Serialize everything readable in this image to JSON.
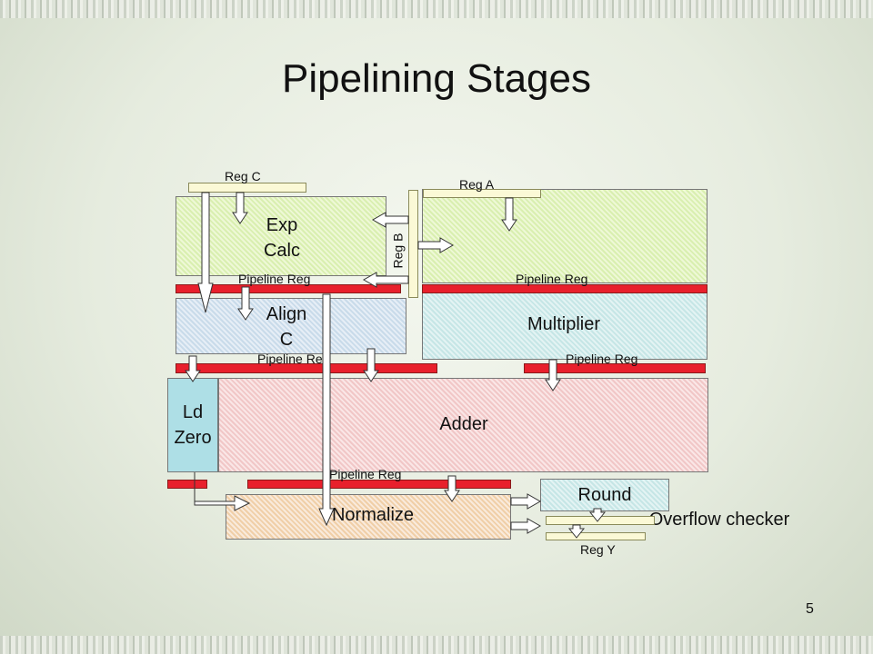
{
  "slide": {
    "title": "Pipelining Stages",
    "page_number": "5"
  },
  "stages": {
    "exp_calc": "Exp\nCalc",
    "align_c": "Align\nC",
    "multiplier": "Multiplier",
    "ld_zero": "Ld\nZero",
    "adder": "Adder",
    "normalize": "Normalize",
    "round": "Round",
    "overflow": "Overflow checker"
  },
  "registers": {
    "reg_c": "Reg C",
    "reg_a": "Reg A",
    "reg_b": "Reg B",
    "reg_y": "Reg Y",
    "pipeline_reg": "Pipeline Reg"
  }
}
